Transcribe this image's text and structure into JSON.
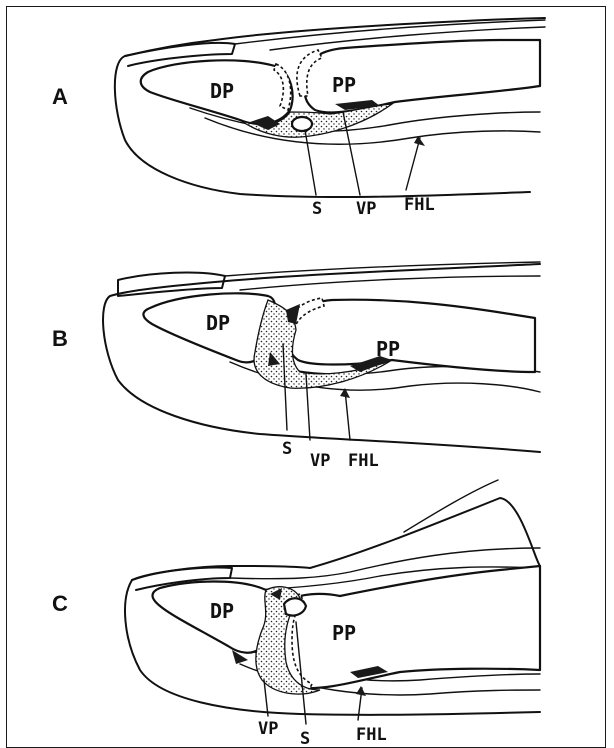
{
  "panels": [
    {
      "id": "A",
      "label": "A",
      "structures": [
        "DP",
        "PP",
        "S",
        "VP",
        "FHL"
      ]
    },
    {
      "id": "B",
      "label": "B",
      "structures": [
        "DP",
        "PP",
        "S",
        "VP",
        "FHL"
      ]
    },
    {
      "id": "C",
      "label": "C",
      "structures": [
        "DP",
        "PP",
        "VP",
        "S",
        "FHL"
      ]
    }
  ],
  "colors": {
    "line": "#111111",
    "background": "#ffffff",
    "border": "#1a1a1a"
  }
}
